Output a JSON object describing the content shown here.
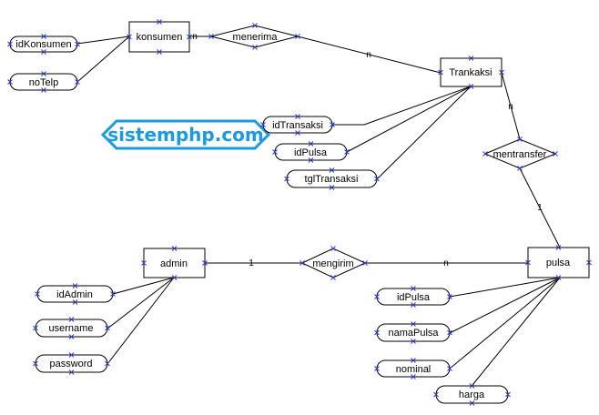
{
  "diagram": {
    "watermark": "sistemphp.com",
    "entities": {
      "konsumen": "konsumen",
      "trankaksi": "Trankaksi",
      "admin": "admin",
      "pulsa": "pulsa"
    },
    "relationships": {
      "menerima": "menerima",
      "mentransfer": "mentransfer",
      "mengirim": "mengirim"
    },
    "attributes": {
      "idKonsumen": "idKonsumen",
      "noTelp": "noTelp",
      "idTransaksi": "idTransaksi",
      "idPulsa_t": "idPulsa",
      "tglTransaksi": "tglTransaksi",
      "idAdmin": "idAdmin",
      "username": "username",
      "password": "password",
      "idPulsa_p": "idPulsa",
      "namaPulsa": "namaPulsa",
      "nominal": "nominal",
      "harga": "harga"
    },
    "cardinalities": {
      "konsumen_menerima": "n",
      "menerima_trankaksi": "n",
      "trankaksi_mentransfer": "n",
      "mentransfer_pulsa": "1",
      "admin_mengirim": "1",
      "mengirim_pulsa": "n"
    }
  }
}
